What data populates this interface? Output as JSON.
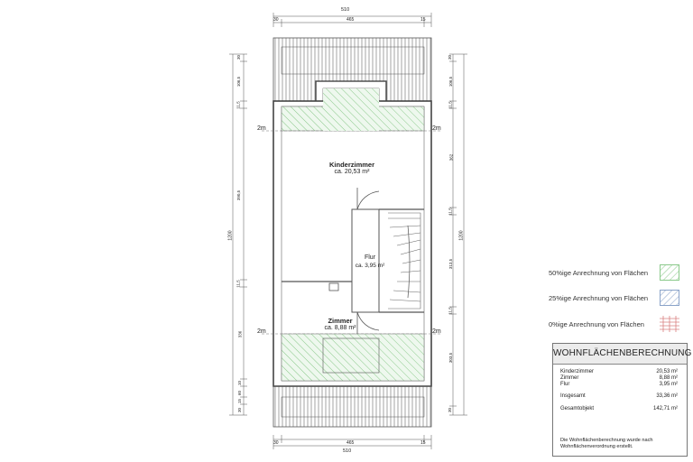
{
  "dimensions": {
    "top_total": "510",
    "top_left": "30",
    "top_mid": "465",
    "top_right": "15",
    "bottom_total": "510",
    "bottom_left": "30",
    "bottom_mid": "465",
    "bottom_right": "15",
    "left_total": "1200",
    "left_segments": [
      "30",
      "106,5",
      "11,5",
      "390,5",
      "11,5",
      "336",
      "10",
      "60",
      "15",
      "30"
    ],
    "right_total": "1200",
    "right_segments": [
      "30",
      "106,5",
      "11,5",
      "362",
      "11,5",
      "313,5",
      "11,5",
      "303,5",
      "30"
    ]
  },
  "markers": {
    "two_m": "2m"
  },
  "rooms": [
    {
      "name": "Kinderzimmer",
      "area": "ca. 20,53 m²"
    },
    {
      "name": "Flur",
      "area": "ca. 3,95 m²"
    },
    {
      "name": "Zimmer",
      "area": "ca. 8,88 m²"
    }
  ],
  "legend": [
    {
      "label": "50%ige Anrechnung von Flächen",
      "color": "#8ac98a"
    },
    {
      "label": "25%ige Anrechnung von Flächen",
      "color": "#8aa3c9"
    },
    {
      "label": "0%ige Anrechnung von Flächen",
      "color": "#d98080"
    }
  ],
  "calculation": {
    "title": "WOHNFLÄCHENBERECHNUNG",
    "rows": [
      {
        "label": "Kinderzimmer",
        "value": "20,53 m²"
      },
      {
        "label": "Zimmer",
        "value": "8,88 m²"
      },
      {
        "label": "Flur",
        "value": "3,95 m²"
      }
    ],
    "total_label": "Insgesamt",
    "total_value": "33,36 m²",
    "object_label": "Gesamtobjekt",
    "object_value": "142,71 m²",
    "note": "Die Wohnflächenberechnung wurde nach Wohnflächenverordnung erstellt."
  },
  "colors": {
    "wall": "#444444",
    "hatch_green": "#8ac98a",
    "fill_green": "#e9f5e9"
  }
}
